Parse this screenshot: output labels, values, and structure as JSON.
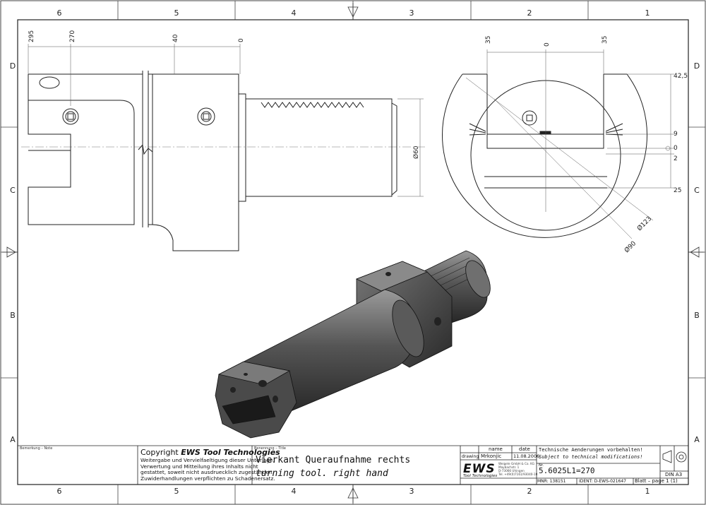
{
  "border": {
    "columns_top": [
      "6",
      "5",
      "4",
      "3",
      "2",
      "1"
    ],
    "columns_bottom": [
      "6",
      "5",
      "4",
      "3",
      "2",
      "1"
    ],
    "rows_left": [
      "D",
      "C",
      "B",
      "A"
    ],
    "rows_right": [
      "D",
      "C",
      "B",
      "A"
    ]
  },
  "dims": {
    "d295": "295",
    "d270": "270",
    "d40": "40",
    "d0": "0",
    "d60": "Ø60",
    "r35l": "35",
    "r0": "0",
    "r35r": "35",
    "r42": "42,5",
    "r9": "9",
    "r0b": "0",
    "r2": "2",
    "r25": "25",
    "r123": "Ø123",
    "r90": "Ø90"
  },
  "title_block": {
    "note_label": "Bemerkung – Note",
    "copyright_prefix": "Copyright ",
    "copyright_brand": "EWS Tool Technologies",
    "copyright_lines": [
      "Weitergabe und Vervielfaeltigung dieser Unterlage,",
      "Verwertung und Mitteilung ihres Inhalts nicht",
      "gestattet, soweit nicht ausdruecklich zugestanden.",
      "Zuwiderhandlungen verpflichten zu Schadenersatz."
    ],
    "title_label": "Benennung – Title",
    "title_de": "Vierkant Queraufnahme rechts",
    "title_en": "turning tool. right hand",
    "col_name": "name",
    "col_date": "date",
    "row_drawing": "drawing",
    "drawn_by": "Mrkonjic",
    "drawn_date": "11.08.2006",
    "company_logo": "EWS",
    "company_sub": "Tool Technologies",
    "company_address": [
      "Weigele GmbH & Co. KG",
      "Maybachstr. 1",
      "D-73066 Uhingen",
      "Tel. +49(0)7161/93040-10"
    ],
    "note_de": "Technische Aenderungen vorbehalten!",
    "note_en": "Subject to technical modifications!",
    "nr_label": "Nr.",
    "part_no": "5.6025L1=270",
    "mnr": "MNR: 138151",
    "ident": "IDENT: D-EWS-021647",
    "sheet": "Blatt – page  1 (1)",
    "format": "DIN A3"
  }
}
